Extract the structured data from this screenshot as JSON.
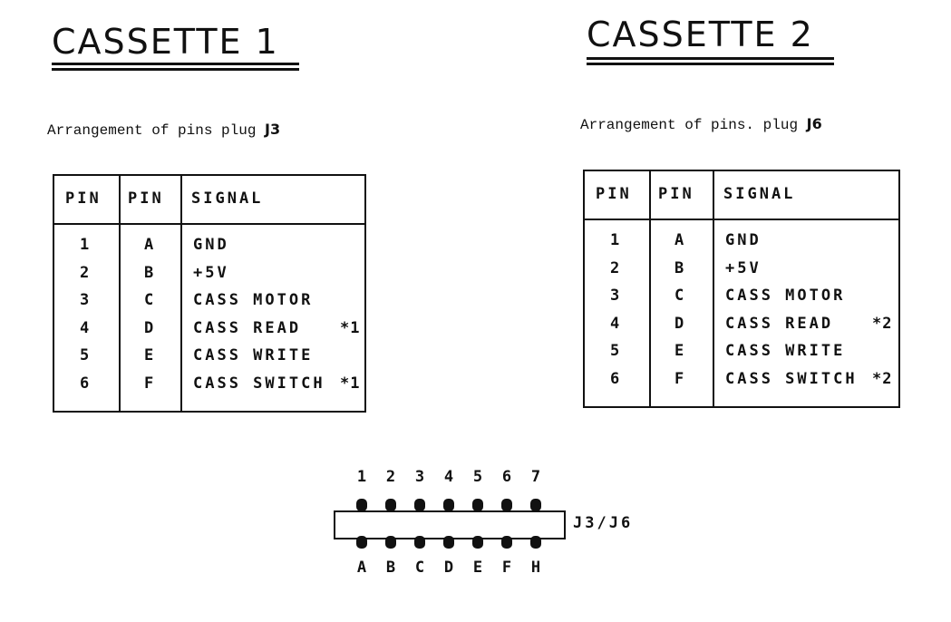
{
  "cassette1": {
    "title": "CASSETTE 1",
    "subtitle": "Arrangement of pins  plug",
    "plug": "J3",
    "headers": [
      "PIN",
      "PIN",
      "SIGNAL"
    ],
    "rows": [
      {
        "pin": "1",
        "letter": "A",
        "signal": "GND",
        "note": ""
      },
      {
        "pin": "2",
        "letter": "B",
        "signal": "+5V",
        "note": ""
      },
      {
        "pin": "3",
        "letter": "C",
        "signal": "CASS MOTOR",
        "note": ""
      },
      {
        "pin": "4",
        "letter": "D",
        "signal": "CASS READ",
        "note": "*1"
      },
      {
        "pin": "5",
        "letter": "E",
        "signal": "CASS WRITE",
        "note": ""
      },
      {
        "pin": "6",
        "letter": "F",
        "signal": "CASS SWITCH",
        "note": "*1"
      }
    ]
  },
  "cassette2": {
    "title": "CASSETTE 2",
    "subtitle": "Arrangement of pins. plug",
    "plug": "J6",
    "headers": [
      "PIN",
      "PIN",
      "SIGNAL"
    ],
    "rows": [
      {
        "pin": "1",
        "letter": "A",
        "signal": "GND",
        "note": ""
      },
      {
        "pin": "2",
        "letter": "B",
        "signal": "+5V",
        "note": ""
      },
      {
        "pin": "3",
        "letter": "C",
        "signal": "CASS MOTOR",
        "note": ""
      },
      {
        "pin": "4",
        "letter": "D",
        "signal": "CASS READ",
        "note": "*2"
      },
      {
        "pin": "5",
        "letter": "E",
        "signal": "CASS WRITE",
        "note": ""
      },
      {
        "pin": "6",
        "letter": "F",
        "signal": "CASS SWITCH",
        "note": "*2"
      }
    ]
  },
  "connector": {
    "label": "J3/J6",
    "top_pins": [
      "1",
      "2",
      "3",
      "4",
      "5",
      "6",
      "7"
    ],
    "bottom_pins": [
      "A",
      "B",
      "C",
      "D",
      "E",
      "F",
      "H"
    ]
  }
}
